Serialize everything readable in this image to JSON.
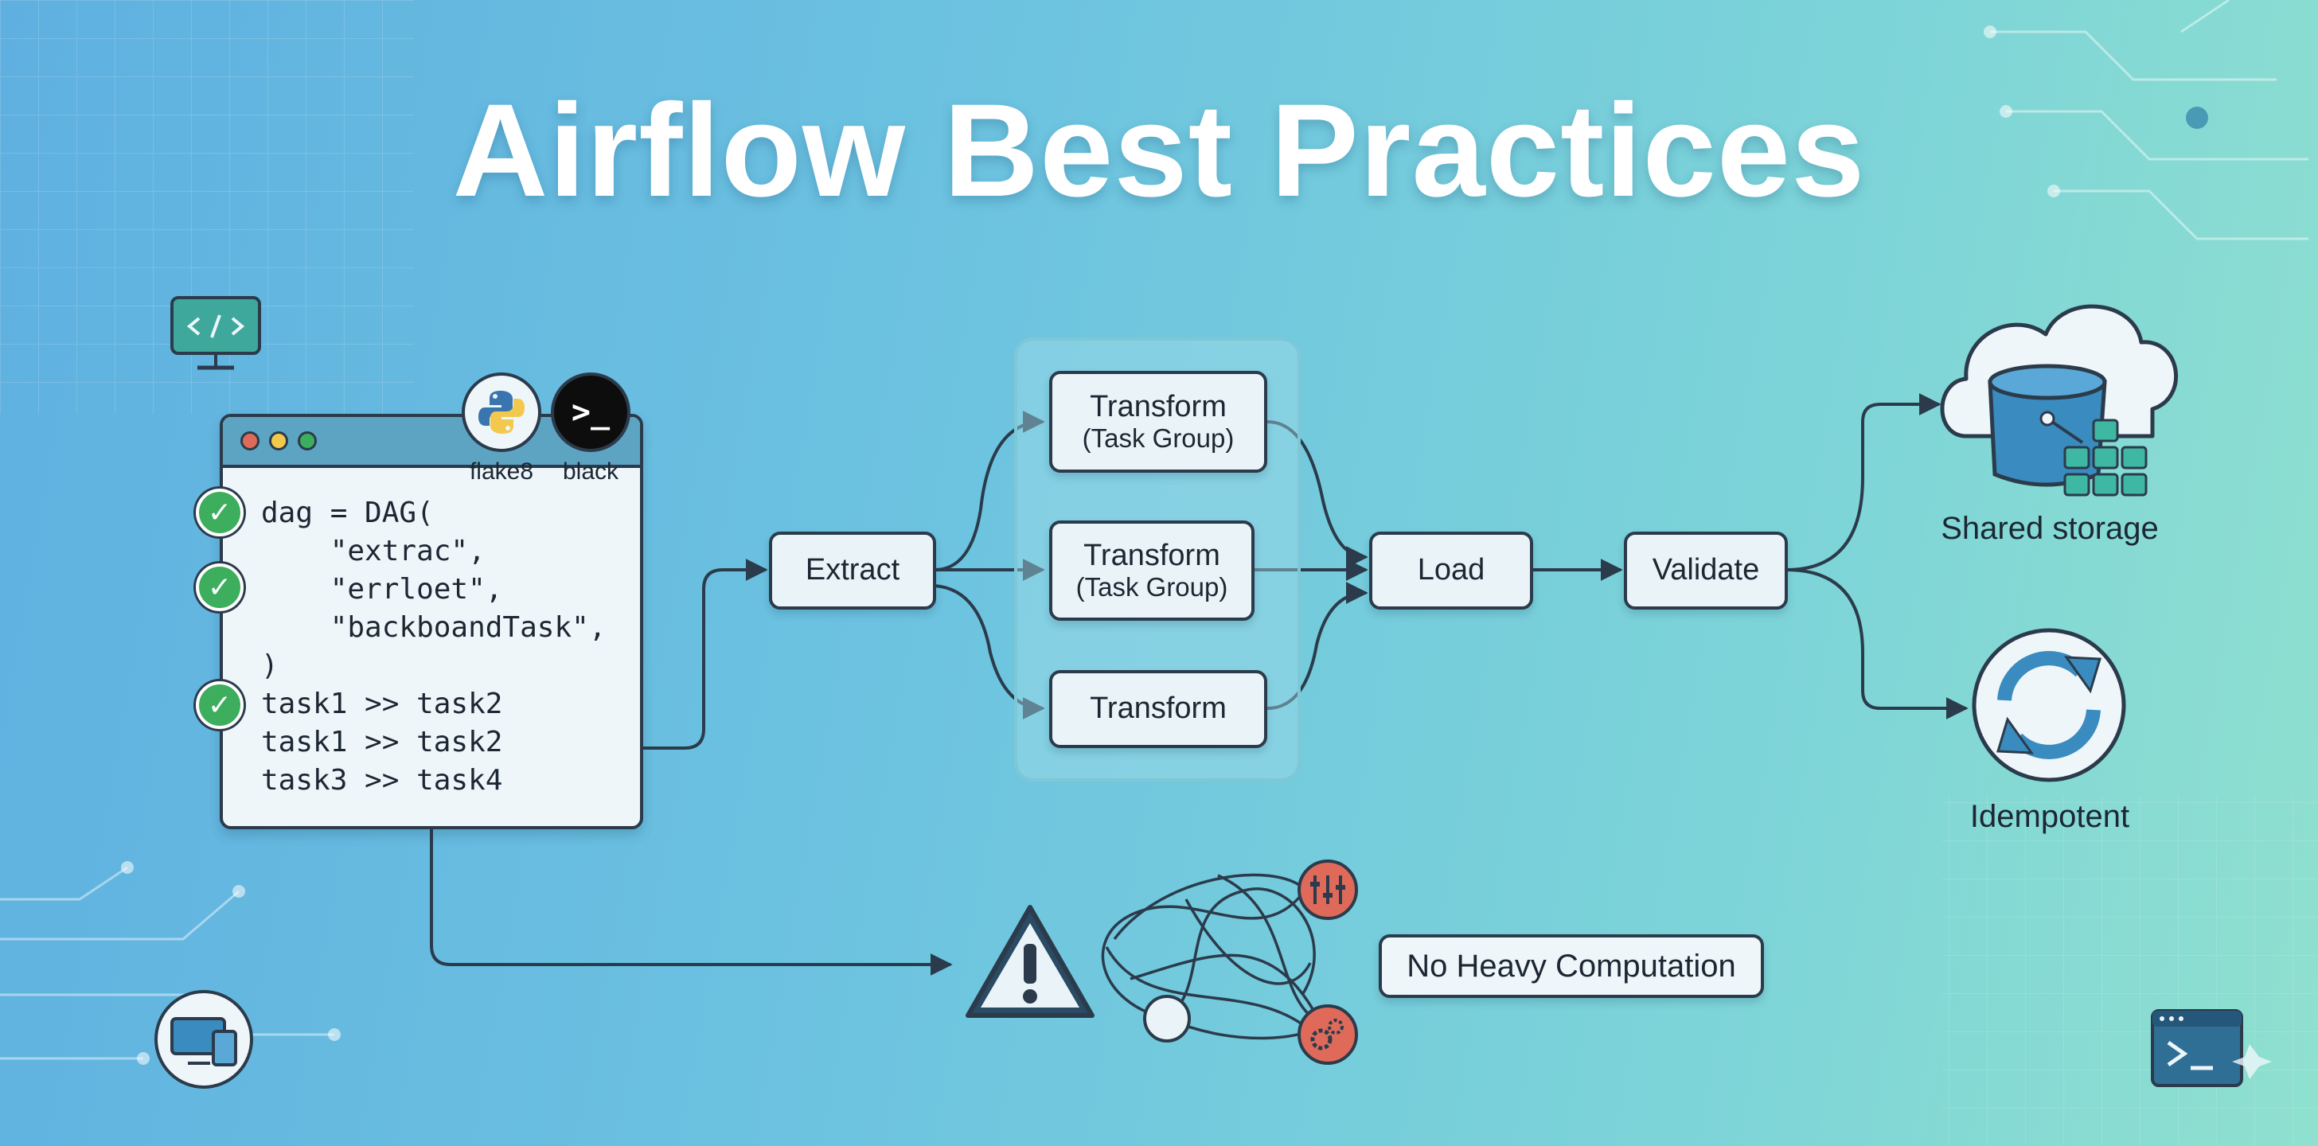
{
  "title": "Airflow Best Practices",
  "code_window": {
    "lines": [
      "dag = DAG(",
      "    \"extrac\",",
      "    \"errloet\",",
      "    \"backboandTask\",",
      ")",
      "task1 >> task2",
      "task1 >> task2",
      "task3 >> task4"
    ],
    "check_mark": "✓"
  },
  "tools": [
    {
      "label": "flake8",
      "icon": "python-logo-icon"
    },
    {
      "label": "black",
      "icon": "terminal-prompt-icon",
      "glyph": ">_"
    }
  ],
  "pipeline": {
    "extract": "Extract",
    "transforms": [
      {
        "label": "Transform",
        "sub": "(Task Group)"
      },
      {
        "label": "Transform",
        "sub": "(Task Group)"
      },
      {
        "label": "Transform",
        "sub": ""
      }
    ],
    "load": "Load",
    "validate": "Validate"
  },
  "outputs": {
    "shared_storage": "Shared storage",
    "idempotent": "Idempotent"
  },
  "warning": {
    "label": "No Heavy Computation"
  },
  "colors": {
    "node_border": "#2b3b4b",
    "node_fill": "#eaf4f8",
    "check_green": "#3cae5d",
    "alert_red": "#e06a5a",
    "storage_blue": "#3a8bbf"
  }
}
